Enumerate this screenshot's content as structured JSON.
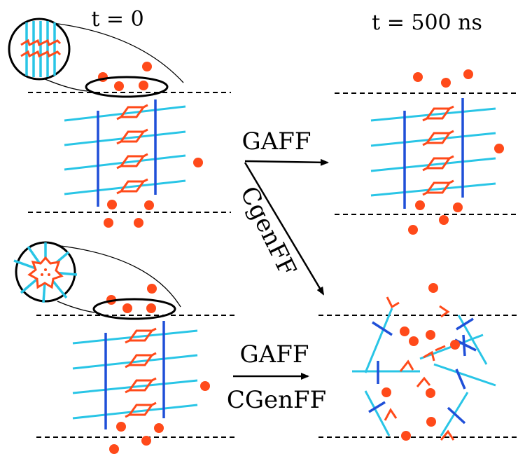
{
  "labels": {
    "time_start": "t = 0",
    "time_end": "t = 500 ns",
    "top_arrow_label": "GAFF",
    "diag_arrow_label": "CgenFF",
    "bottom_arrow_label_1": "GAFF",
    "bottom_arrow_label_2": "CGenFF"
  },
  "colors": {
    "cyan": "#29c5e6",
    "blue": "#1f4fd8",
    "orange": "#ff4a1a",
    "black": "#000000"
  }
}
